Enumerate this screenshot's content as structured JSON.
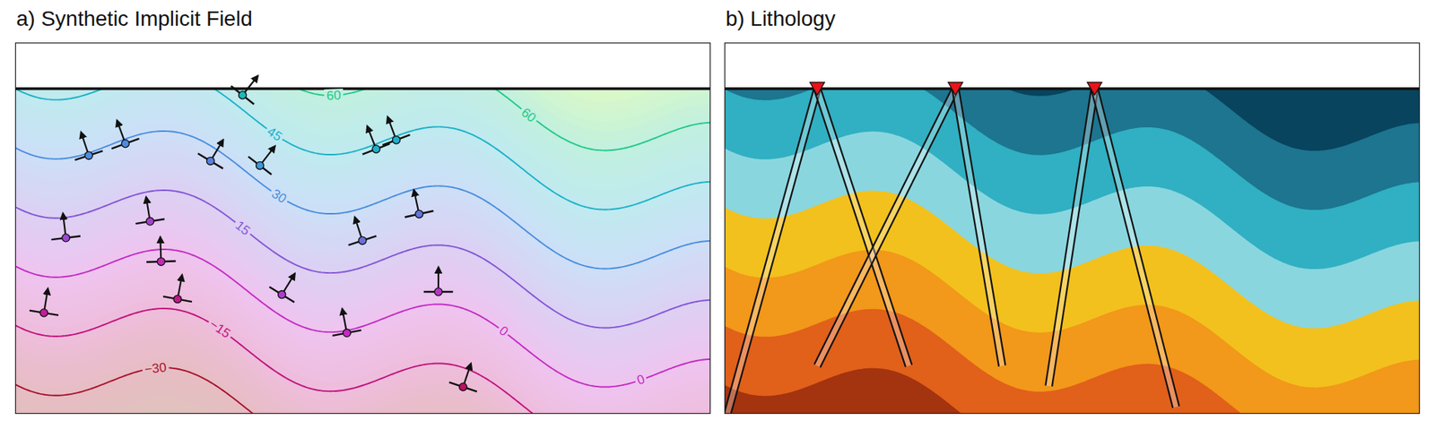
{
  "diagram": {
    "labels": [
      "a) Synthetic Implicit Field",
      "b) Lithology",
      "60",
      "45",
      "60",
      "30",
      "15",
      "−15",
      "−30",
      "0",
      "0"
    ]
  }
}
